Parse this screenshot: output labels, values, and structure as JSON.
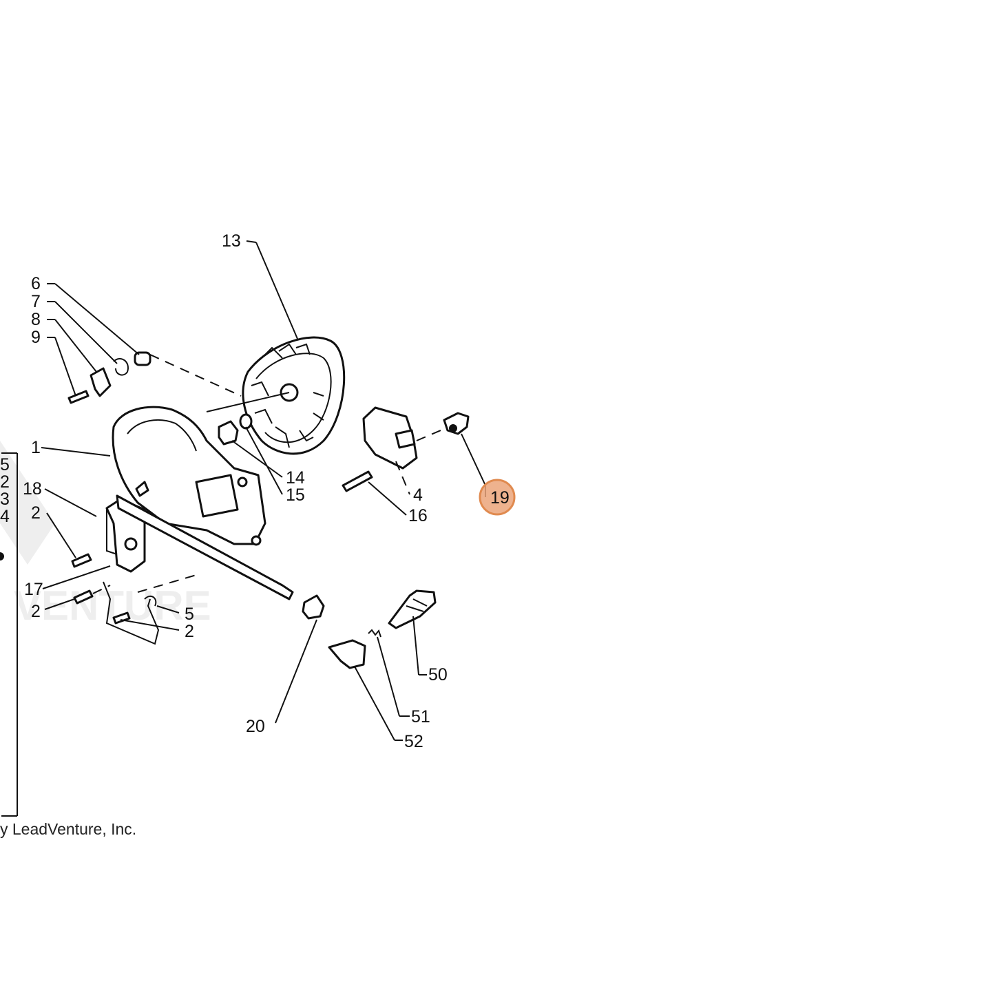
{
  "callouts": {
    "c13": "13",
    "c6": "6",
    "c7": "7",
    "c8": "8",
    "c9": "9",
    "c1": "1",
    "c18": "18",
    "c2a": "2",
    "c17": "17",
    "c2b": "2",
    "c5": "5",
    "c2c": "2",
    "c14": "14",
    "c15": "15",
    "c4": "4",
    "c16": "16",
    "c19": "19",
    "c20": "20",
    "c50": "50",
    "c51": "51",
    "c52": "52"
  },
  "side_list": [
    "5",
    "2",
    "3",
    "4"
  ],
  "copyright": "y LeadVenture, Inc.",
  "highlight_color": "#e8945a"
}
